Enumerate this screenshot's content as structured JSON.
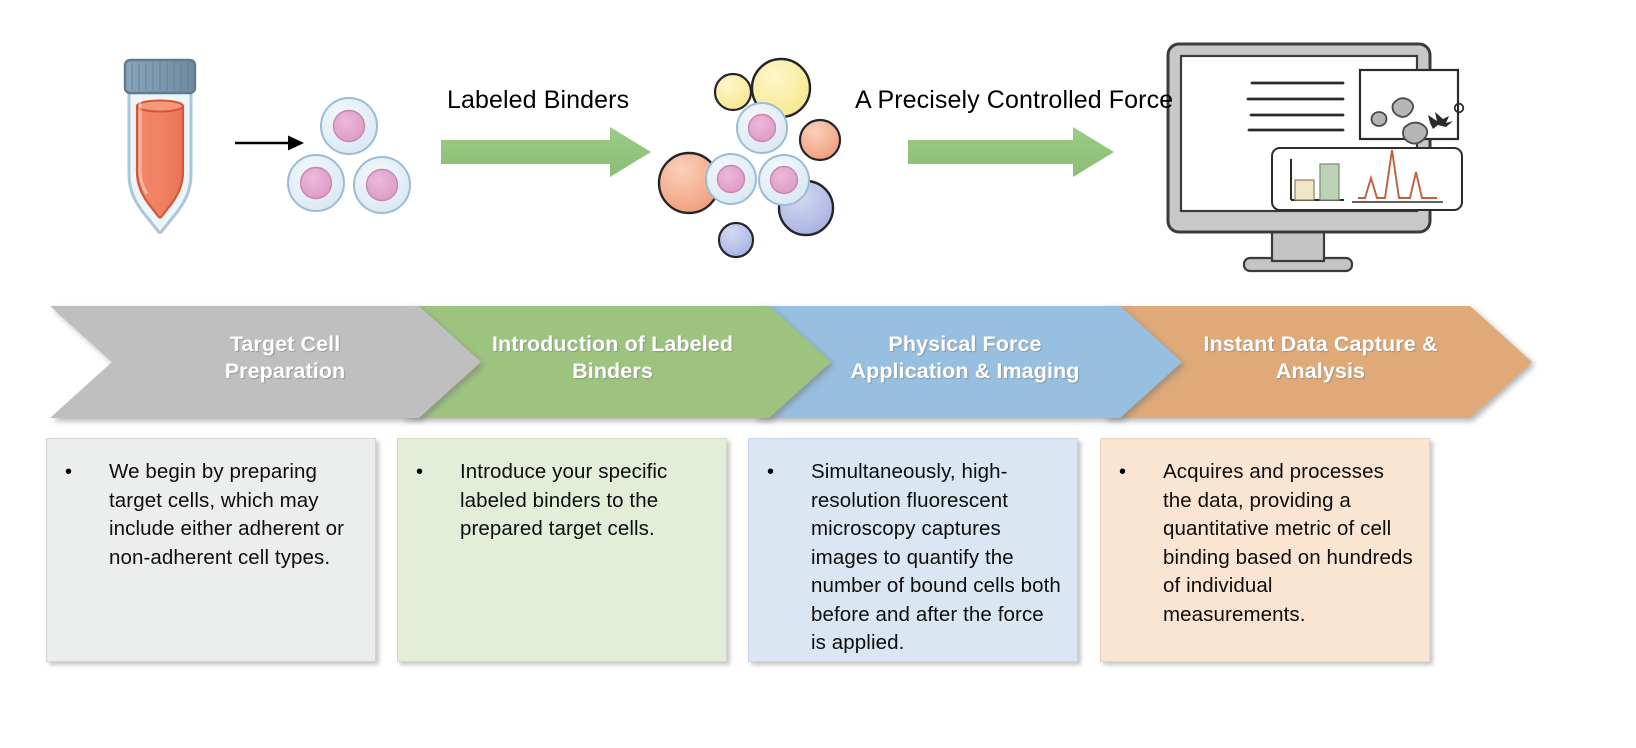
{
  "illustration": {
    "arrow_labels": [
      {
        "id": "labeled-binders",
        "text": "Labeled Binders"
      },
      {
        "id": "precisely-controlled-force",
        "text": "A Precisely Controlled Force"
      }
    ],
    "icons": {
      "tube": "centrifuge-tube-icon",
      "cells": "target-cells-icon",
      "cell_binder_mix": "cells-with-binders-icon",
      "monitor": "computer-monitor-icon",
      "thin_arrow": "thin-arrow-icon",
      "green_arrow": "green-block-arrow-icon"
    },
    "colors": {
      "tube_liquid": "#f08060",
      "tube_cap": "#7f9bb3",
      "tube_glass": "#eef4f8",
      "cell_membrane": "#dfeaf4",
      "cell_nucleus": "#e0a0cc",
      "green_arrow": "#92c47c",
      "binder_yellow": "#faeda0",
      "binder_orange": "#f5ab8e",
      "binder_blue": "#b3bde8",
      "monitor_body": "#bfbfbf",
      "monitor_screen": "#ffffff",
      "chart_bar_small": "#efe7c4",
      "chart_bar_large": "#bdd2b4",
      "peak_line": "#c0603c"
    }
  },
  "chevrons": [
    {
      "id": "target-cell-preparation",
      "label": "Target Cell\nPreparation",
      "line1": "Target Cell",
      "line2": "Preparation",
      "fill": "#bfbfbf"
    },
    {
      "id": "introduction-of-labeled-binders",
      "label": "Introduction of Labeled\nBinders",
      "line1": "Introduction of Labeled",
      "line2": "Binders",
      "fill": "#9dc47f"
    },
    {
      "id": "physical-force-application-imaging",
      "label": "Physical Force\nApplication & Imaging",
      "line1": "Physical Force",
      "line2": "Application & Imaging",
      "fill": "#97bfe0"
    },
    {
      "id": "instant-data-capture-analysis",
      "label": "Instant Data Capture &\nAnalysis",
      "line1": "Instant Data Capture &",
      "line2": "Analysis",
      "fill": "#dfa978"
    }
  ],
  "descriptions": [
    {
      "id": "target-cell-preparation-desc",
      "bullet": "•",
      "text": "We begin by preparing target cells, which may include either adherent or non-adherent cell types.",
      "background": "#eceded"
    },
    {
      "id": "introduction-of-labeled-binders-desc",
      "bullet": "•",
      "text": "Introduce your specific labeled binders to the prepared target cells.",
      "background": "#e3eed9"
    },
    {
      "id": "physical-force-application-imaging-desc",
      "bullet": "•",
      "text": "Simultaneously, high-resolution fluorescent microscopy captures images to quantify the number of bound cells both before and after the force is applied.",
      "background": "#dbe6f3"
    },
    {
      "id": "instant-data-capture-analysis-desc",
      "bullet": "•",
      "text": "Acquires and processes the data, providing a quantitative metric of cell binding based on hundreds of individual measurements.",
      "background": "#fae4d2"
    }
  ]
}
